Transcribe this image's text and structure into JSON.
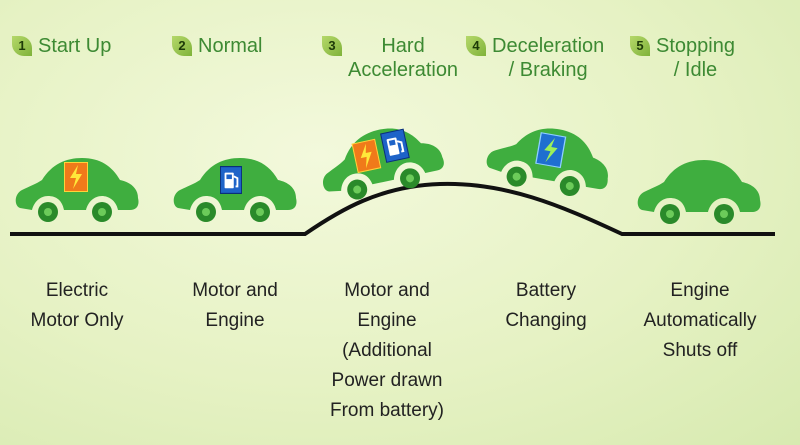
{
  "steps": [
    {
      "number": "1",
      "title": "Start Up",
      "description": "Electric\nMotor Only",
      "power": [
        "lightning"
      ]
    },
    {
      "number": "2",
      "title": "Normal",
      "description": "Motor and\nEngine",
      "power": [
        "fuel"
      ]
    },
    {
      "number": "3",
      "title": "Hard\nAcceleration",
      "description": "Motor and\nEngine\n(Additional\nPower drawn\nFrom battery)",
      "power": [
        "lightning",
        "fuel"
      ]
    },
    {
      "number": "4",
      "title": "Deceleration\n/ Braking",
      "description": "Battery\nChanging",
      "power": [
        "lightning"
      ]
    },
    {
      "number": "5",
      "title": "Stopping\n/ Idle",
      "description": "Engine\nAutomatically\nShuts off",
      "power": []
    }
  ],
  "colors": {
    "car_body": "#3fae3f",
    "car_dark": "#2a8a2a",
    "title_text": "#3d8a33",
    "road": "#111111",
    "lightning_bg": "#f07a1a",
    "fuel_bg": "#1e63c8",
    "regen_bg": "#1f6fd0"
  },
  "icons": {
    "lightning": "lightning-icon",
    "fuel": "fuel-pump-icon",
    "leaf": "leaf-number-icon"
  }
}
